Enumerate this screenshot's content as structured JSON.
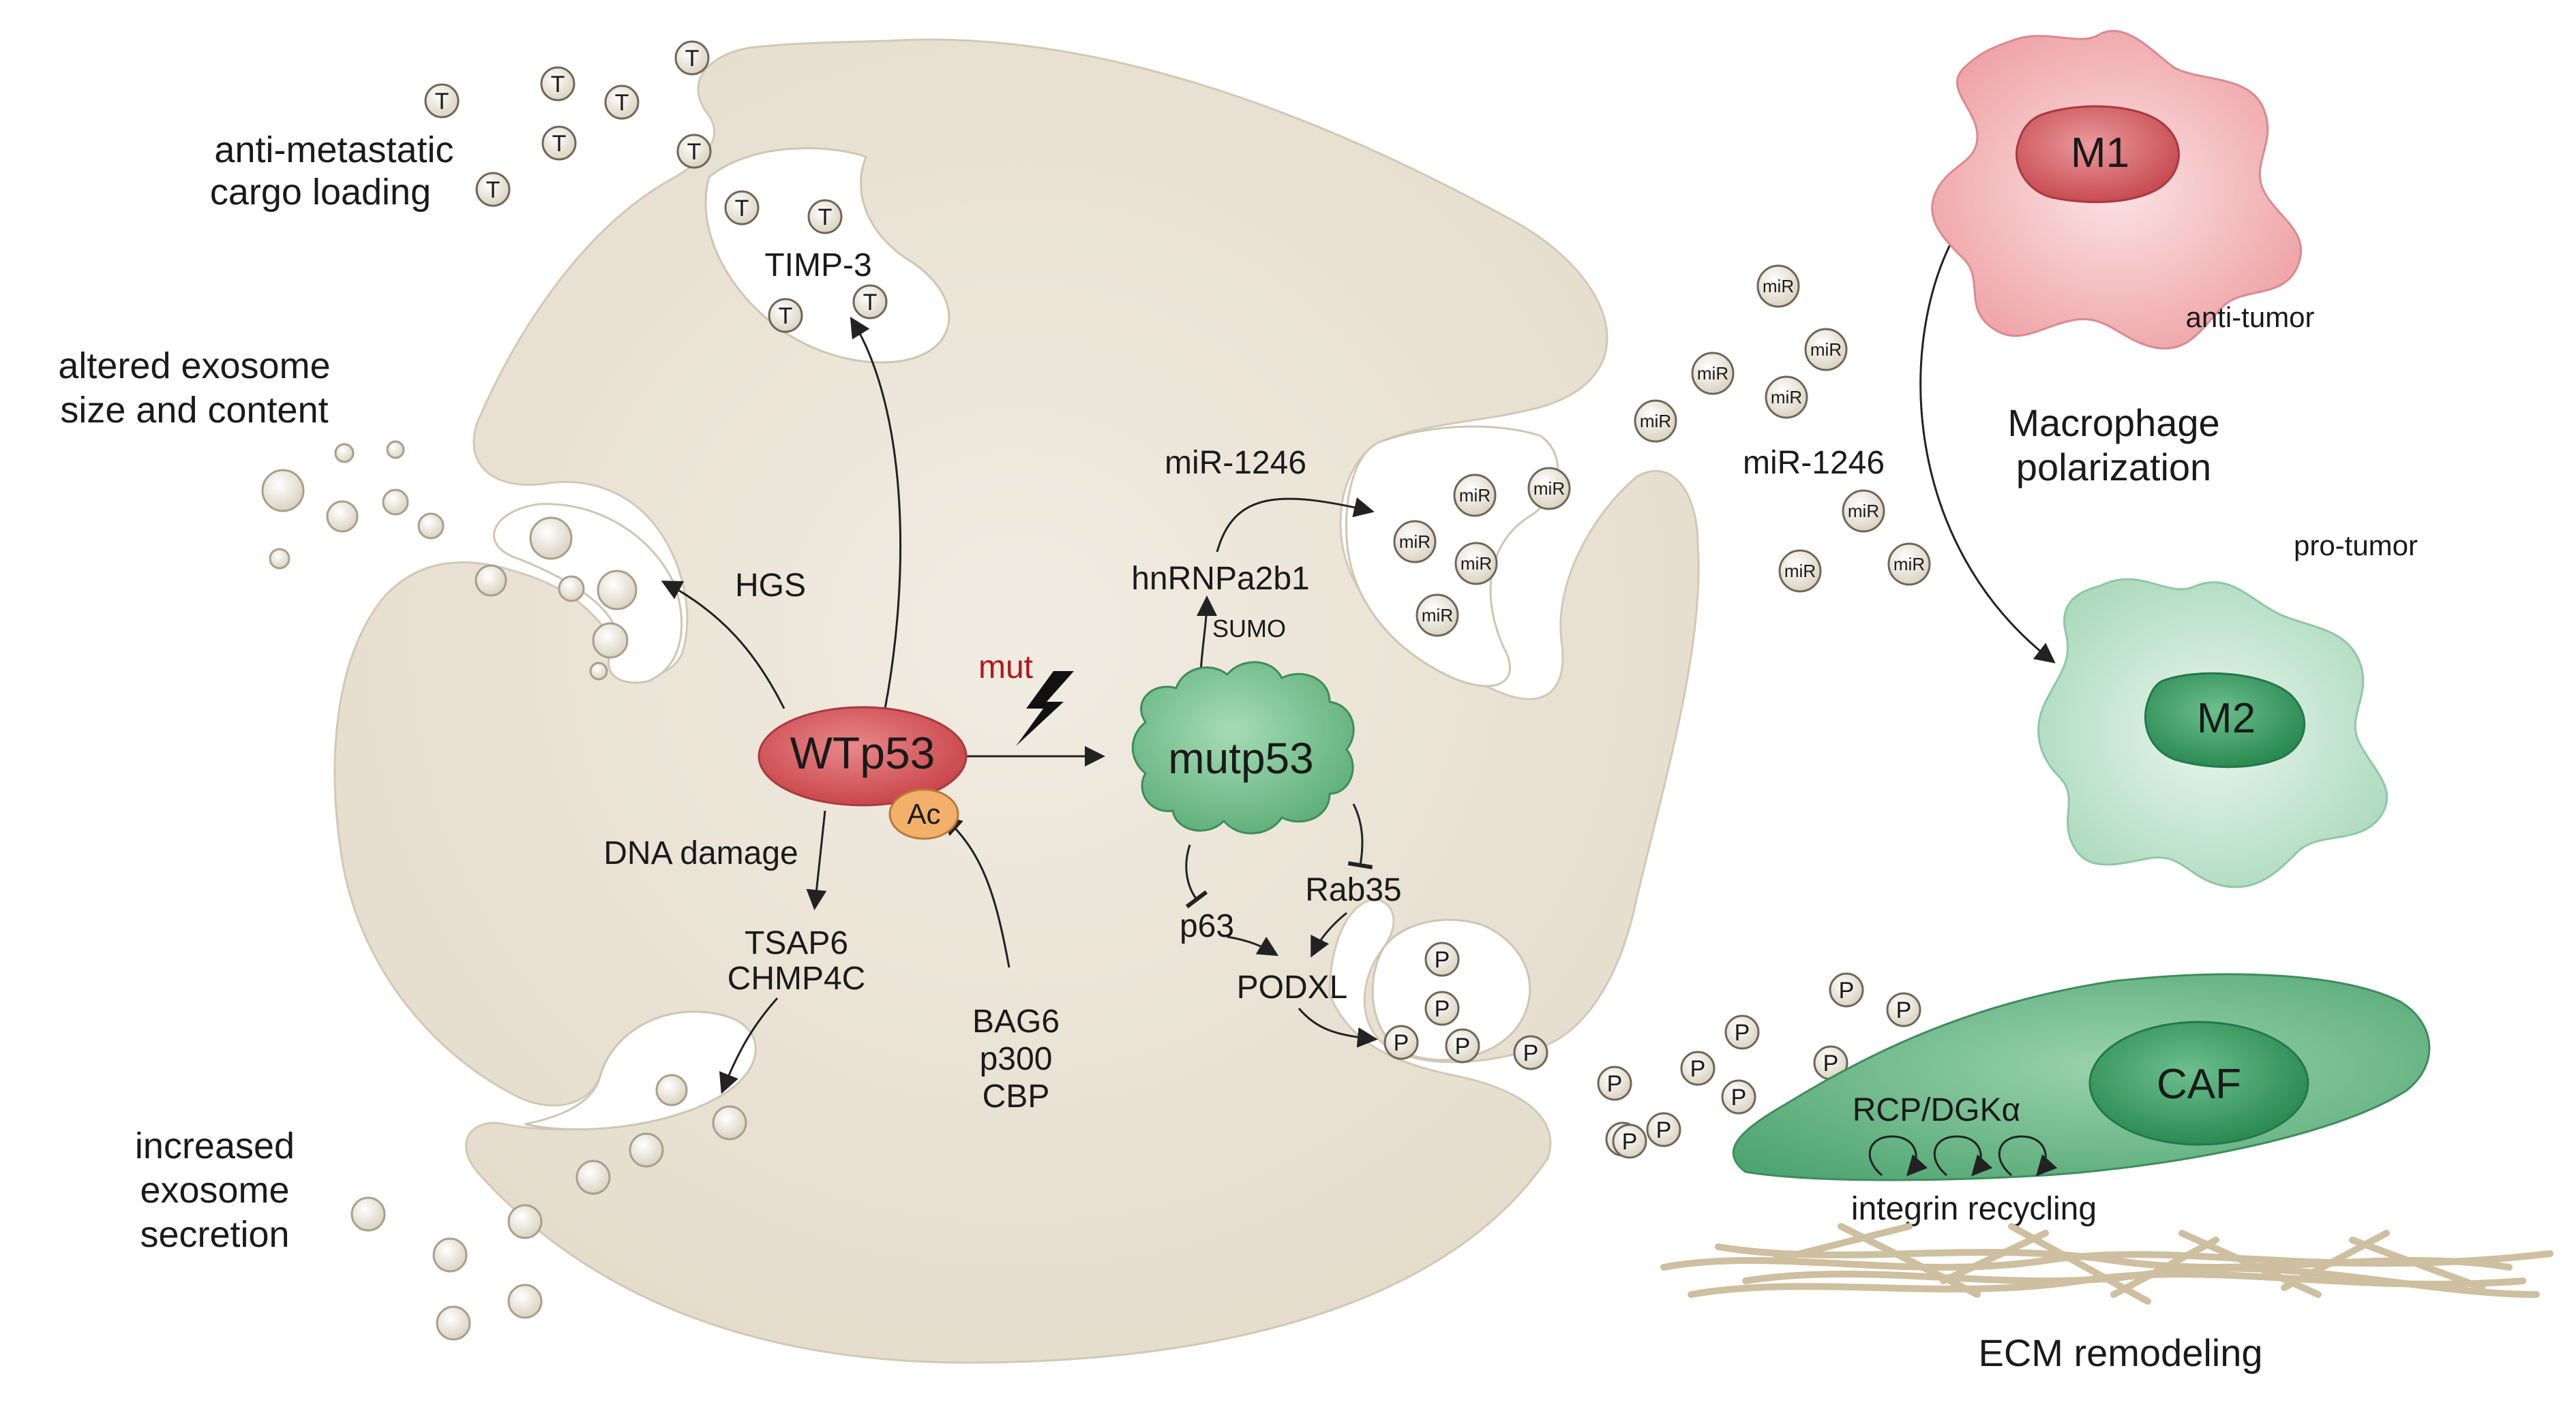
{
  "colors": {
    "cell": "#e9e2d5",
    "cell_stroke": "#cfc5b2",
    "wtp53": "#d9585b",
    "mutp53": "#7ac191",
    "mut_text": "#b3161c",
    "acetyl": "#f3b06a",
    "m1_body": "#f1bcbf",
    "m1_nucleus": "#d36166",
    "m2_body": "#c6e6d1",
    "m2_nucleus": "#3a9a62",
    "caf_body": "#6fb98a",
    "caf_nucleus": "#2f8f58",
    "vesicle": "#e3ddcf",
    "fiber": "#cfc1a5"
  },
  "icons": {
    "mutation": "lightning-bolt-icon"
  },
  "labels": {
    "anti_metastatic_1": "anti-metastatic",
    "anti_metastatic_2": "cargo loading",
    "timp3": "TIMP-3",
    "altered_1": "altered exosome",
    "altered_2": "size and content",
    "hgs": "HGS",
    "wtp53": "WTp53",
    "ac": "Ac",
    "mut": "mut",
    "mutp53": "mutp53",
    "dna_damage": "DNA damage",
    "tsap6": "TSAP6",
    "chmp4c": "CHMP4C",
    "bag6": "BAG6",
    "p300": "p300",
    "cbp": "CBP",
    "increased_1": "increased",
    "increased_2": "exosome",
    "increased_3": "secretion",
    "mir1246_in": "miR-1246",
    "hnrnpa2b1": "hnRNPa2b1",
    "sumo": "SUMO",
    "mir1246_out": "miR-1246",
    "rab35": "Rab35",
    "p63": "p63",
    "podxl": "PODXL",
    "m1": "M1",
    "anti_tumor": "anti-tumor",
    "macrophage_1": "Macrophage",
    "macrophage_2": "polarization",
    "m2": "M2",
    "pro_tumor": "pro-tumor",
    "caf": "CAF",
    "rcp": "RCP/DGKα",
    "integrin": "integrin recycling",
    "ecm": "ECM remodeling"
  },
  "vesicle_tags": {
    "timp": "T",
    "mir": "miR",
    "podxl": "P"
  }
}
